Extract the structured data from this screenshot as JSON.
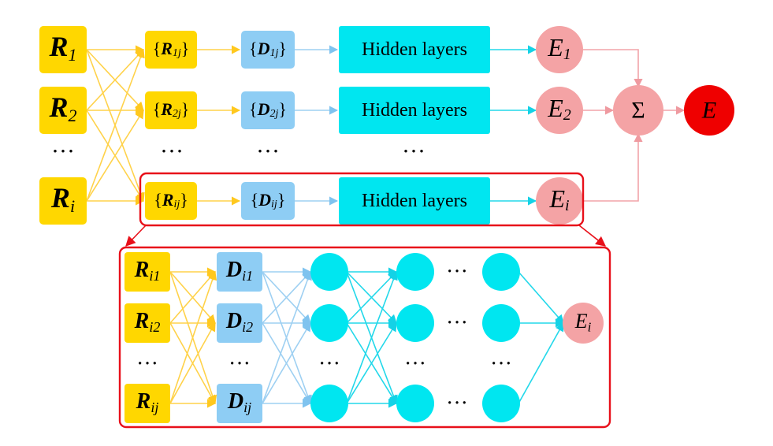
{
  "colors": {
    "input": "#ffd700",
    "descriptor": "#8ecdf4",
    "hidden": "#00e6f0",
    "energy_node": "#f4a3a5",
    "total_node": "#ef0000",
    "frame": "#e8101a",
    "arrow_input": "#ffd24a",
    "arrow_descriptor": "#9ed0f2",
    "arrow_hidden": "#22d8ea",
    "arrow_energy": "#f2a3a8"
  },
  "top": {
    "input_rows": [
      {
        "symbol": "R",
        "sub": "1"
      },
      {
        "symbol": "R",
        "sub": "2"
      },
      {
        "symbol": "R",
        "sub": "i"
      }
    ],
    "pair_rows": [
      {
        "open": "{",
        "symbol": "R",
        "sub": "1j",
        "close": "}"
      },
      {
        "open": "{",
        "symbol": "R",
        "sub": "2j",
        "close": "}"
      },
      {
        "open": "{",
        "symbol": "R",
        "sub": "ij",
        "close": "}"
      }
    ],
    "descriptor_rows": [
      {
        "open": "{",
        "symbol": "D",
        "sub": "1j",
        "close": "}"
      },
      {
        "open": "{",
        "symbol": "D",
        "sub": "2j",
        "close": "}"
      },
      {
        "open": "{",
        "symbol": "D",
        "sub": "ij",
        "close": "}"
      }
    ],
    "hidden_label": "Hidden layers",
    "energy_rows": [
      {
        "symbol": "E",
        "sub": "1"
      },
      {
        "symbol": "E",
        "sub": "2"
      },
      {
        "symbol": "E",
        "sub": "i"
      }
    ],
    "sum_symbol": "Σ",
    "total_symbol": "E",
    "ellipsis": "···"
  },
  "zoom": {
    "input_rows": [
      {
        "symbol": "R",
        "sub": "i1"
      },
      {
        "symbol": "R",
        "sub": "i2"
      },
      {
        "symbol": "R",
        "sub": "ij"
      }
    ],
    "descriptor_rows": [
      {
        "symbol": "D",
        "sub": "i1"
      },
      {
        "symbol": "D",
        "sub": "i2"
      },
      {
        "symbol": "D",
        "sub": "ij"
      }
    ],
    "output": {
      "symbol": "E",
      "sub": "i"
    },
    "ellipsis": "···"
  }
}
